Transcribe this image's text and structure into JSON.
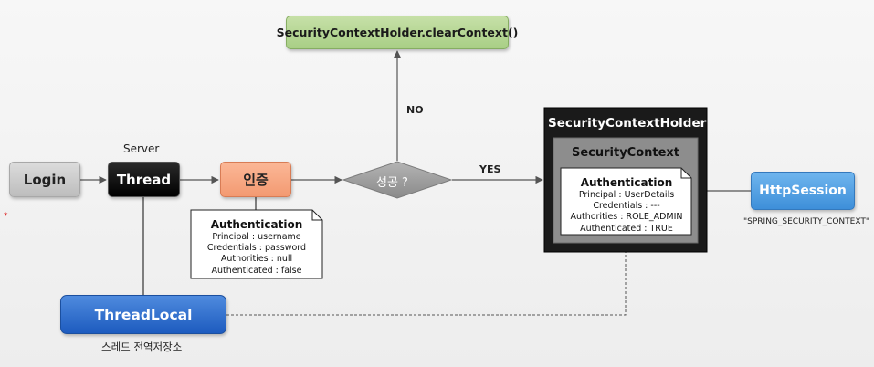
{
  "nodes": {
    "login": "Login",
    "server_label": "Server",
    "thread": "Thread",
    "auth": "인증",
    "decision": "성공 ?",
    "clear_context": "SecurityContextHolder.clearContext()",
    "holder": "SecurityContextHolder",
    "context": "SecurityContext",
    "http_session": "HttpSession",
    "session_key": "\"SPRING_SECURITY_CONTEXT\"",
    "thread_local": "ThreadLocal",
    "thread_local_caption": "스레드 전역저장소"
  },
  "edges": {
    "no": "NO",
    "yes": "YES"
  },
  "auth_before": {
    "title": "Authentication",
    "principal": "Principal : username",
    "credentials": "Credentials : password",
    "authorities": "Authorities : null",
    "authenticated": "Authenticated : false"
  },
  "auth_after": {
    "title": "Authentication",
    "principal": "Principal : UserDetails",
    "credentials": "Credentials : ---",
    "authorities": "Authorities : ROLE_ADMIN",
    "authenticated": "Authenticated : TRUE"
  },
  "colors": {
    "login": "#c8c8c8",
    "thread": "#0a0a0a",
    "auth": "#f7a47f",
    "clear": "#b3d592",
    "decision": "#9a9a9a",
    "holder": "#1c1c1c",
    "context": "#8e8e8e",
    "http_session": "#4a9be2",
    "thread_local": "#2e6ccd"
  }
}
